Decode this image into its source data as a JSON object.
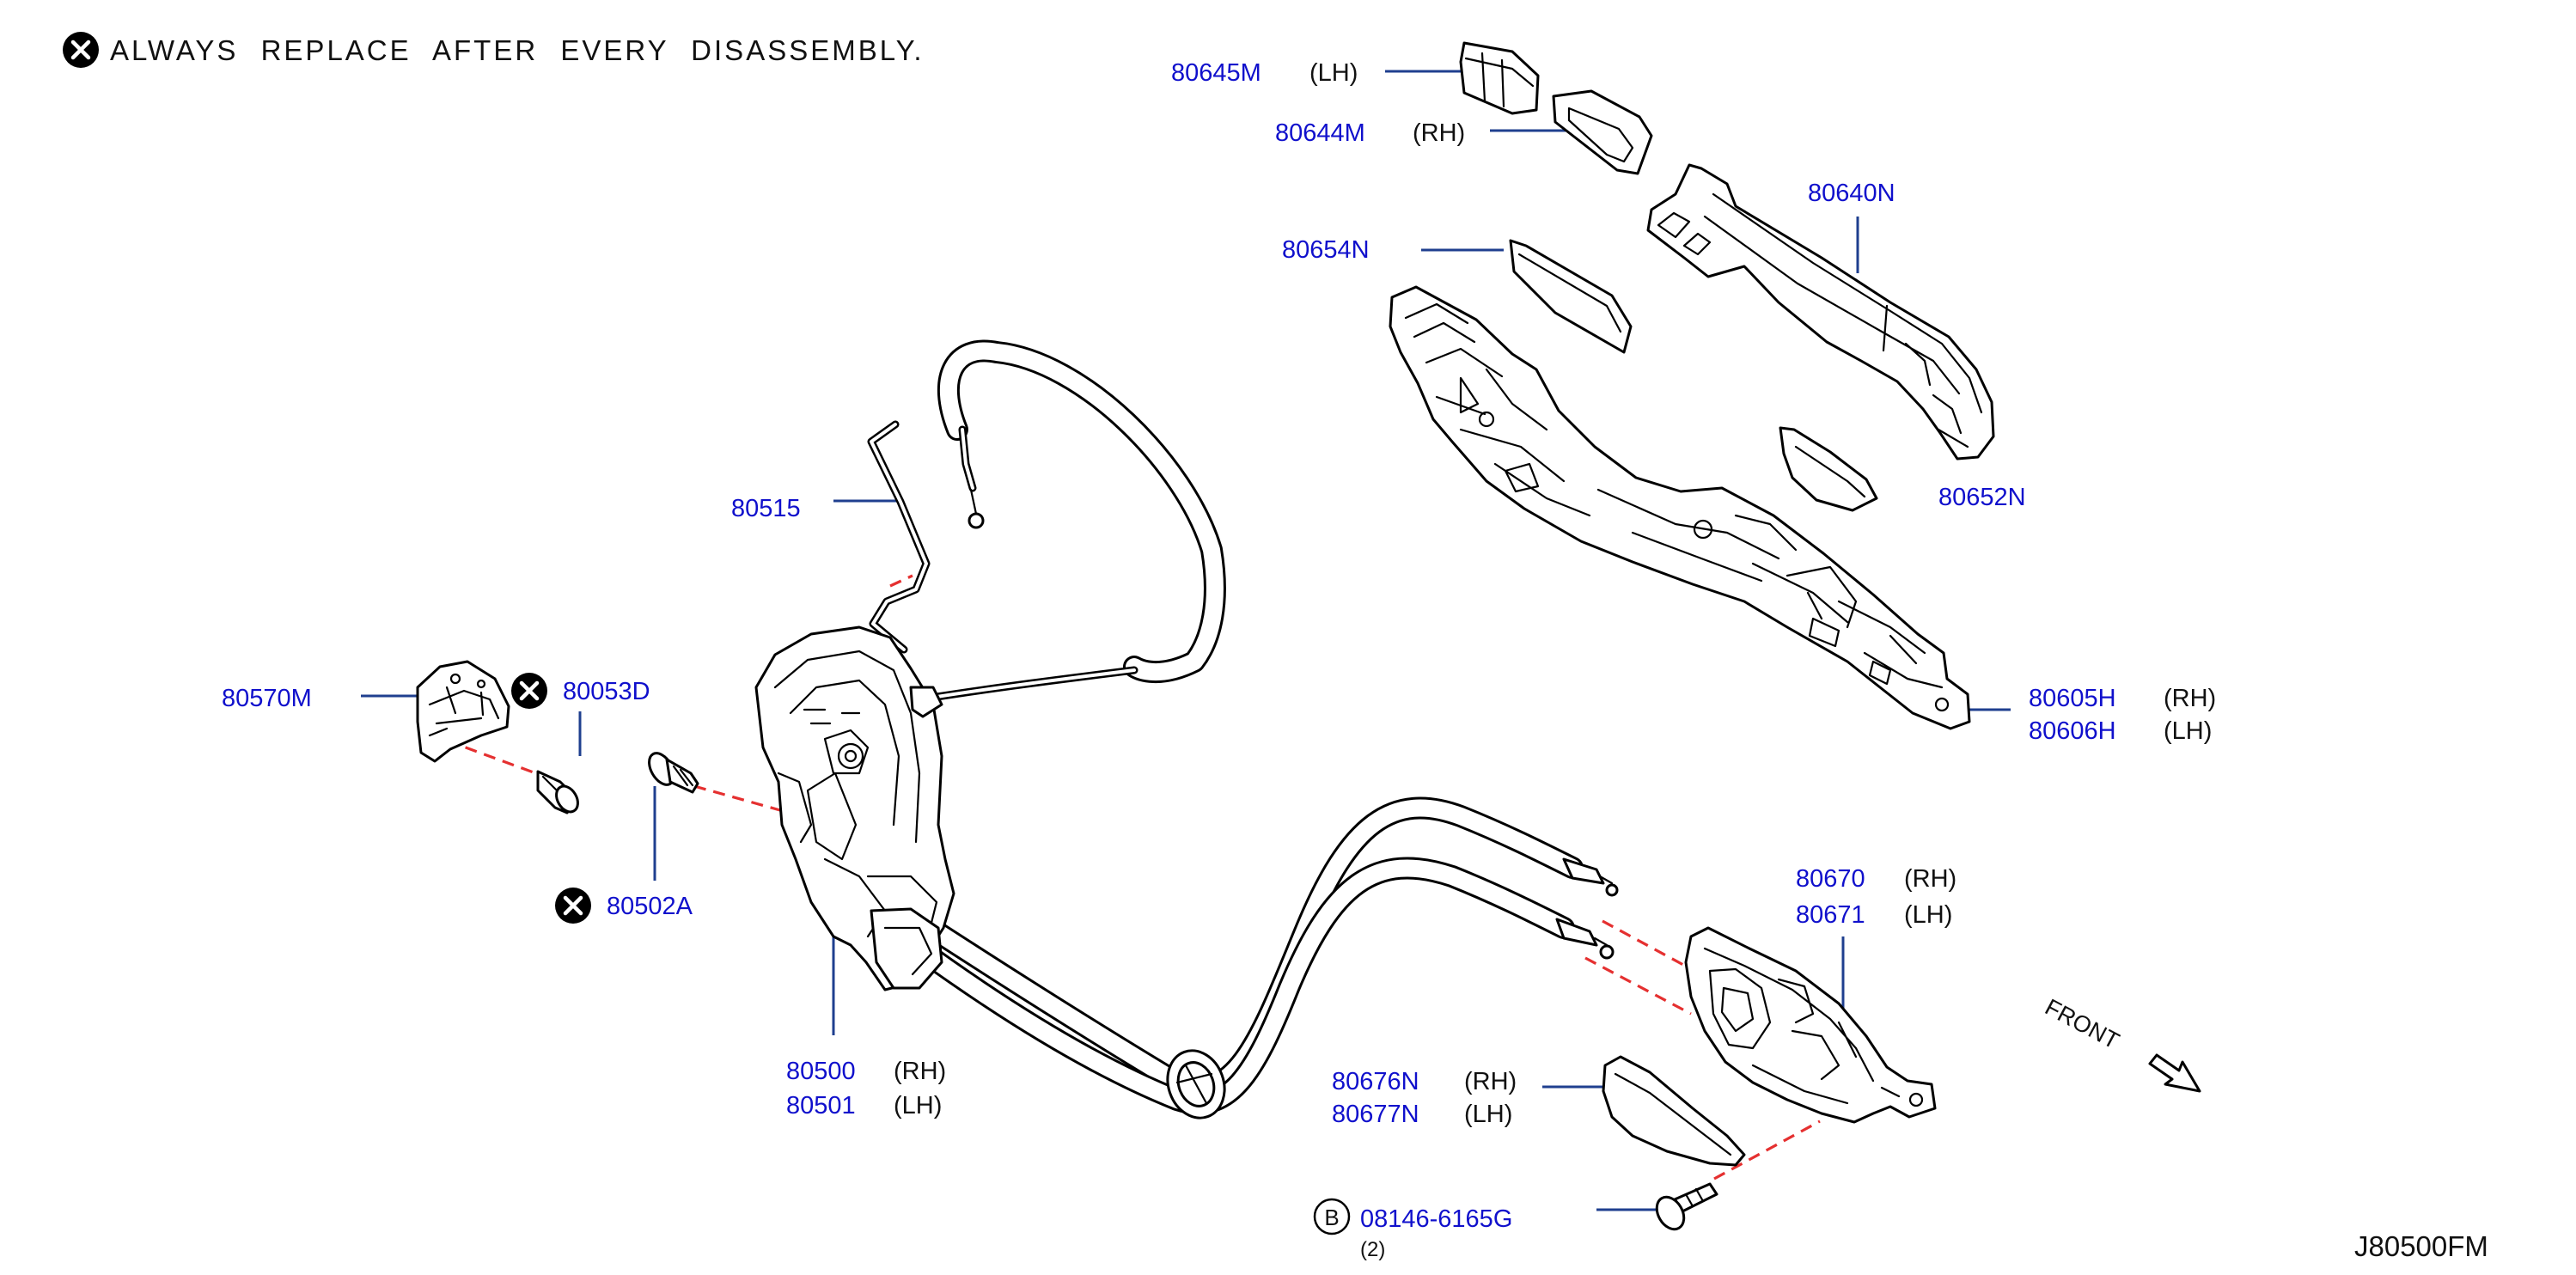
{
  "notice": {
    "text": "ALWAYS REPLACE AFTER EVERY DISASSEMBLY."
  },
  "callouts": {
    "c80645M": {
      "part": "80645M",
      "side": "(LH)"
    },
    "c80644M": {
      "part": "80644M",
      "side": "(RH)"
    },
    "c80640N": {
      "part": "80640N"
    },
    "c80654N": {
      "part": "80654N"
    },
    "c80652N": {
      "part": "80652N"
    },
    "c80515": {
      "part": "80515"
    },
    "c80570M": {
      "part": "80570M"
    },
    "c80053D": {
      "part": "80053D"
    },
    "c80502A": {
      "part": "80502A"
    },
    "c80605H": {
      "part": "80605H",
      "side": "(RH)"
    },
    "c80606H": {
      "part": "80606H",
      "side": "(LH)"
    },
    "c80670": {
      "part": "80670",
      "side": "(RH)"
    },
    "c80671": {
      "part": "80671",
      "side": "(LH)"
    },
    "c80500": {
      "part": "80500",
      "side": "(RH)"
    },
    "c80501": {
      "part": "80501",
      "side": "(LH)"
    },
    "c80676N": {
      "part": "80676N",
      "side": "(RH)"
    },
    "c80677N": {
      "part": "80677N",
      "side": "(LH)"
    },
    "c08146": {
      "part": "08146-6165G",
      "qty": "(2)",
      "badge": "B"
    }
  },
  "front_label": "FRONT",
  "diagram_code": "J80500FM",
  "colors": {
    "part_number": "#1010cc",
    "leader": "#1f3f8f",
    "dashed_link": "#e53030",
    "linework": "#000000"
  }
}
